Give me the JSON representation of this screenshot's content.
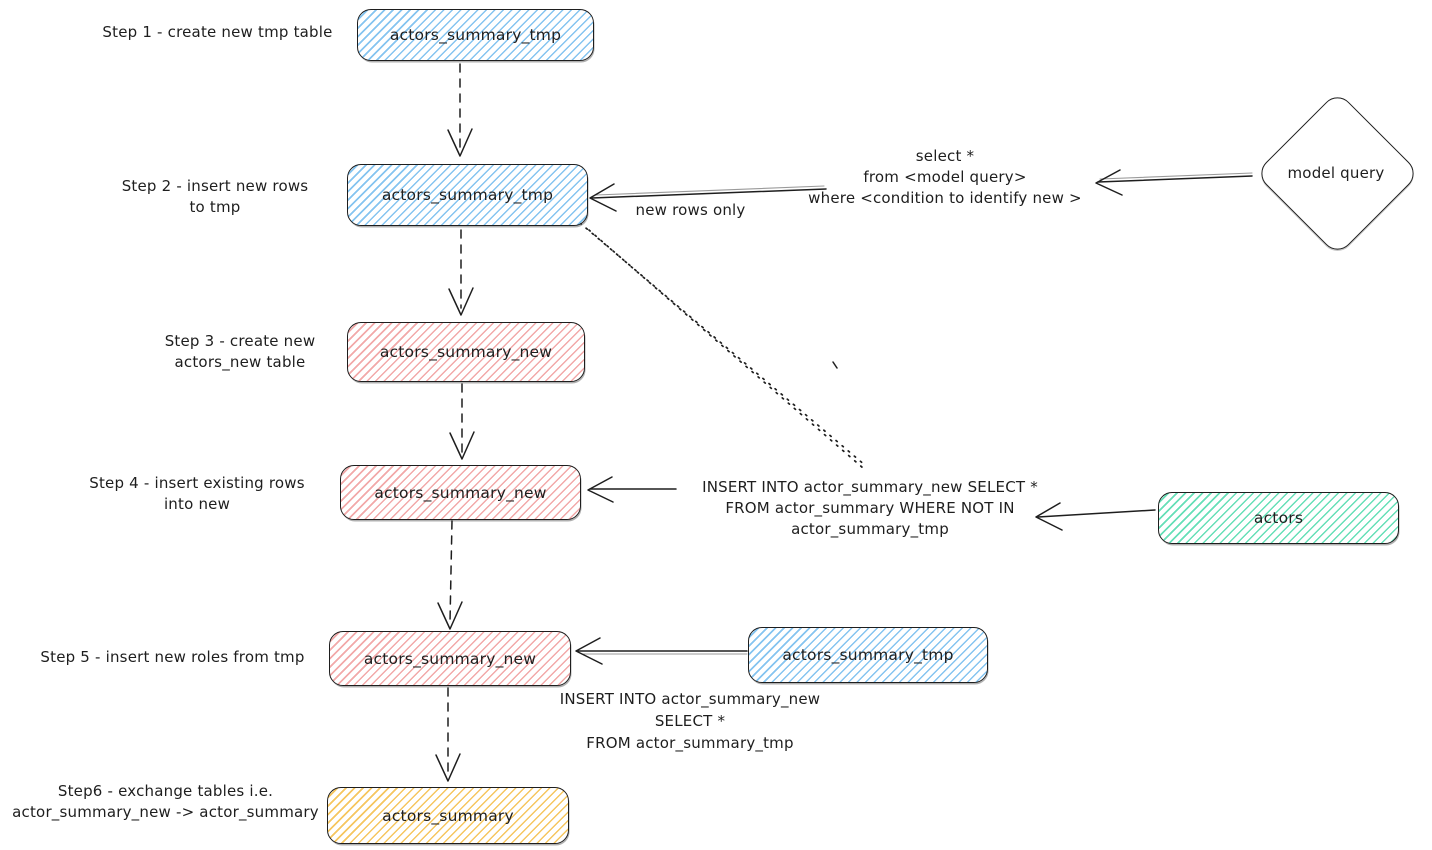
{
  "colors": {
    "stroke": "#1e1e1e",
    "blue": "#85c4f0",
    "red": "#f2a9a9",
    "green": "#66dfb7",
    "yellow": "#f6c65f"
  },
  "steps": [
    {
      "label": "Step 1 - create new tmp table",
      "node": "actors_summary_tmp",
      "fill": "blue"
    },
    {
      "label": "Step 2 - insert new rows\nto tmp",
      "node": "actors_summary_tmp",
      "fill": "blue"
    },
    {
      "label": "Step 3 - create new\nactors_new table",
      "node": "actors_summary_new",
      "fill": "red"
    },
    {
      "label": "Step 4 - insert existing rows\ninto new",
      "node": "actors_summary_new",
      "fill": "red"
    },
    {
      "label": "Step 5 - insert new roles from tmp",
      "node": "actors_summary_new",
      "fill": "red"
    },
    {
      "label": "Step6 - exchange tables i.e.\nactor_summary_new -> actor_summary",
      "node": "actors_summary",
      "fill": "yellow"
    }
  ],
  "nodes": {
    "model_query": "model query",
    "actors": "actors",
    "actors_summary_tmp_source": "actors_summary_tmp"
  },
  "annotations": {
    "select_query": "select *\nfrom <model query>\nwhere <condition to identify new >",
    "new_rows_only": "new rows only",
    "insert_existing": "INSERT INTO actor_summary_new SELECT *\nFROM actor_summary WHERE NOT IN\nactor_summary_tmp",
    "insert_new_roles": "INSERT INTO actor_summary_new\nSELECT *\nFROM actor_summary_tmp"
  }
}
